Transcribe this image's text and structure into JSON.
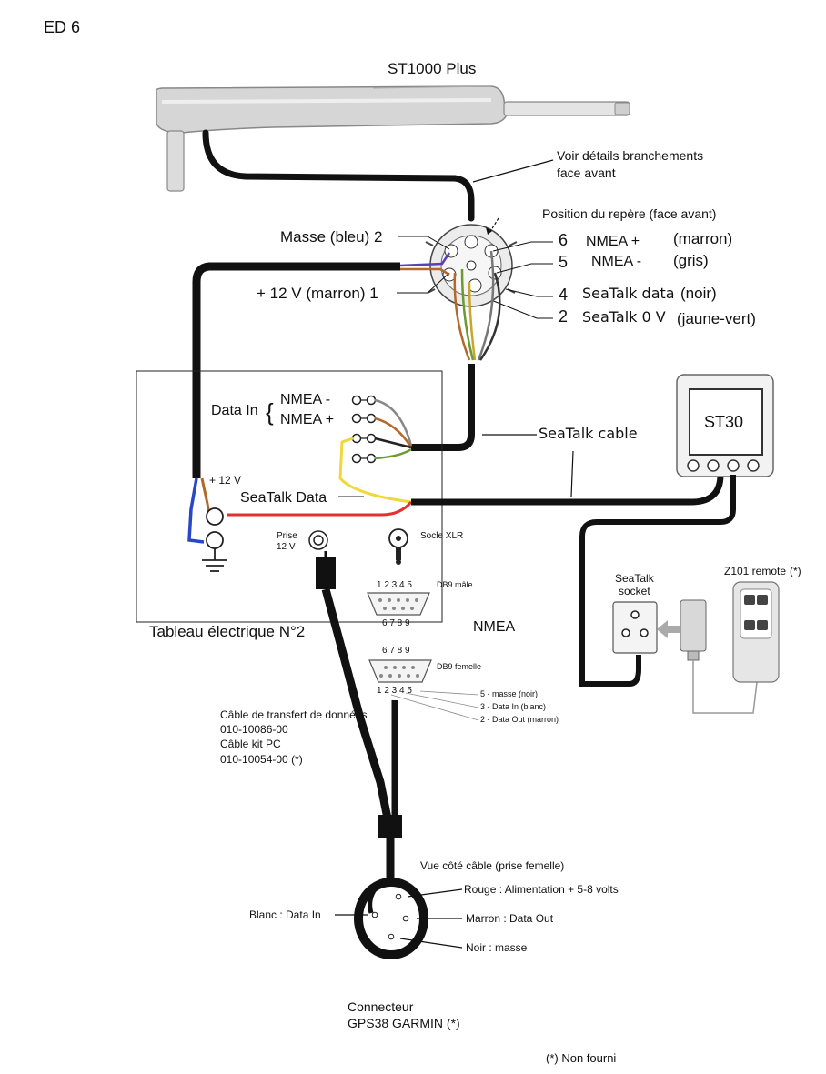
{
  "header": {
    "page_id": "ED 6"
  },
  "pilot": {
    "title": "ST1000 Plus",
    "note_line1": "Voir détails branchements",
    "note_line2": "face avant"
  },
  "connector": {
    "marker_label": "Position du repère (face avant)",
    "pins": {
      "masse": "Masse (bleu) 2",
      "plus12": "+ 12 V (marron) 1",
      "p6_num": "6",
      "p6_name": "NMEA +",
      "p6_color": "(marron)",
      "p5_num": "5",
      "p5_name": "NMEA -",
      "p5_color": "(gris)",
      "p4_num": "4",
      "p4_name": "SeaTalk data",
      "p4_color": "(noir)",
      "p2_num": "2",
      "p2_name": "SeaTalk 0 V",
      "p2_color": "(jaune-vert)"
    }
  },
  "panel": {
    "data_in": "Data In",
    "nmea_minus": "NMEA -",
    "nmea_plus": "NMEA +",
    "plus12": "+ 12 V",
    "seatalk_data": "SeaTalk Data",
    "prise_line1": "Prise",
    "prise_line2": "12 V",
    "socle": "Socle XLR",
    "db9_male_pins_top": "1 2 3 4 5",
    "db9_male_pins_bottom": "6 7 8 9",
    "db9_male": "DB9 mâle",
    "title": "Tableau électrique N°2"
  },
  "seatalk_cable": "SeaTalk cable",
  "st30": {
    "label": "ST30"
  },
  "seatalk_socket": {
    "line1": "SeaTalk",
    "line2": "socket"
  },
  "remote": {
    "label": "Z101 remote",
    "note": "(*)"
  },
  "nmea": {
    "label": "NMEA",
    "db9_female_pins_top": "6 7 8 9",
    "db9_female_pins_bottom": "1 2 3 4 5",
    "db9_female": "DB9 femelle",
    "pin5": "5 - masse (noir)",
    "pin3": "3 - Data In (blanc)",
    "pin2": "2 - Data Out (marron)"
  },
  "cable_info": {
    "line1": "Câble de transfert de données",
    "line2": "010-10086-00",
    "line3": "Câble kit PC",
    "line4": "010-10054-00   (*)"
  },
  "garmin": {
    "view": "Vue côté câble (prise femelle)",
    "rouge": "Rouge : Alimentation + 5-8 volts",
    "marron": "Marron : Data Out",
    "noir": "Noir : masse",
    "blanc": "Blanc : Data In",
    "conn_line1": "Connecteur",
    "conn_line2": "GPS38 GARMIN   (*)"
  },
  "footer": {
    "note": "(*) Non fourni"
  }
}
